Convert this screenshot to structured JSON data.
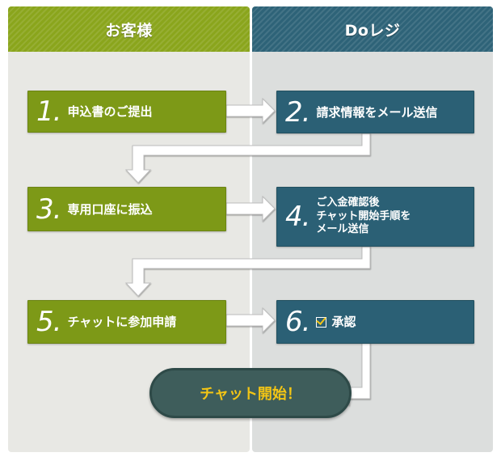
{
  "columns": {
    "left": {
      "title": "お客様"
    },
    "right": {
      "title": "Doレジ"
    }
  },
  "steps": [
    {
      "number": "1.",
      "label": "申込書のご提出"
    },
    {
      "number": "2.",
      "label": "請求情報をメール送信"
    },
    {
      "number": "3.",
      "label": "専用口座に振込"
    },
    {
      "number": "4.",
      "lines": [
        "ご入金確認後",
        "チャット開始手順を",
        "メール送信"
      ]
    },
    {
      "number": "5.",
      "label": "チャットに参加申請"
    },
    {
      "number": "6.",
      "label": "承認"
    }
  ],
  "final": {
    "label": "チャット開始！"
  },
  "colors": {
    "green": "#7d9917",
    "teal": "#2b6075",
    "final_bg": "#3e5d5b",
    "final_text": "#f3c515",
    "check_mark": "#f0c419"
  }
}
